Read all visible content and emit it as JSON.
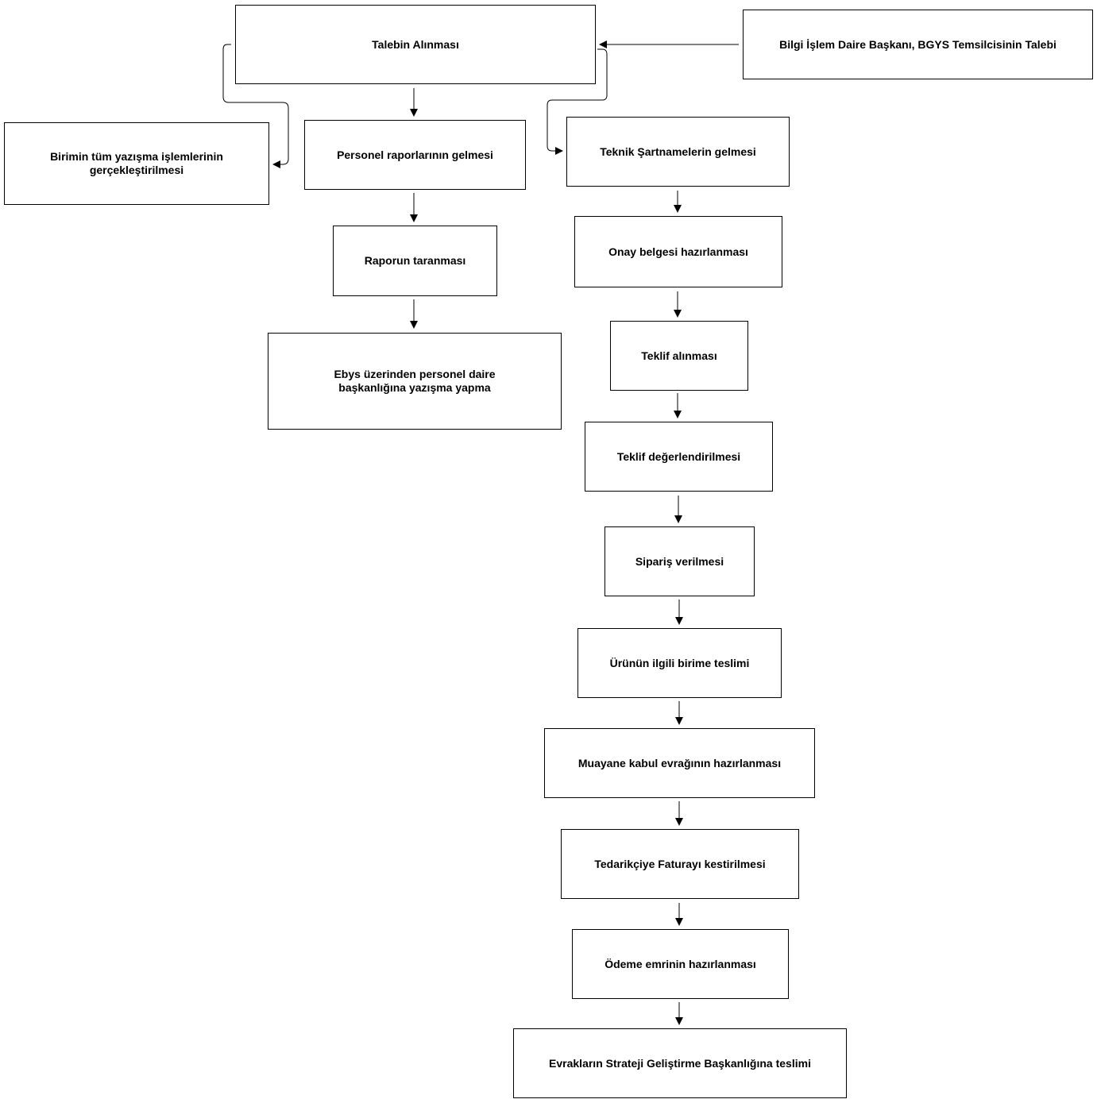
{
  "diagram": {
    "nodes": {
      "talebin_alinmasi": "Talebin Alınması",
      "bgys_talebi": "Bilgi İşlem Daire Başkanı, BGYS Temsilcisinin Talebi",
      "yazisma_islemleri": "Birimin tüm yazışma işlemlerinin\ngerçekleştirilmesi",
      "personel_raporlari": "Personel raporlarının gelmesi",
      "teknik_sartname": "Teknik Şartnamelerin gelmesi",
      "raporun_taranmasi": "Raporun taranması",
      "onay_belgesi": "Onay belgesi hazırlanması",
      "ebys_yazisma": "Ebys üzerinden personel daire\nbaşkanlığına yazışma yapma",
      "teklif_alinmasi": "Teklif alınması",
      "teklif_degerlendirilmesi": "Teklif değerlendirilmesi",
      "siparis_verilmesi": "Sipariş verilmesi",
      "urunun_teslimi": "Ürünün ilgili birime teslimi",
      "muayene_kabul": "Muayane kabul evrağının hazırlanması",
      "fatura_kestirilmesi": "Tedarikçiye Faturayı kestirilmesi",
      "odeme_emri": "Ödeme emrinin hazırlanması",
      "evrak_teslimi": "Evrakların Strateji Geliştirme Başkanlığına teslimi"
    }
  }
}
